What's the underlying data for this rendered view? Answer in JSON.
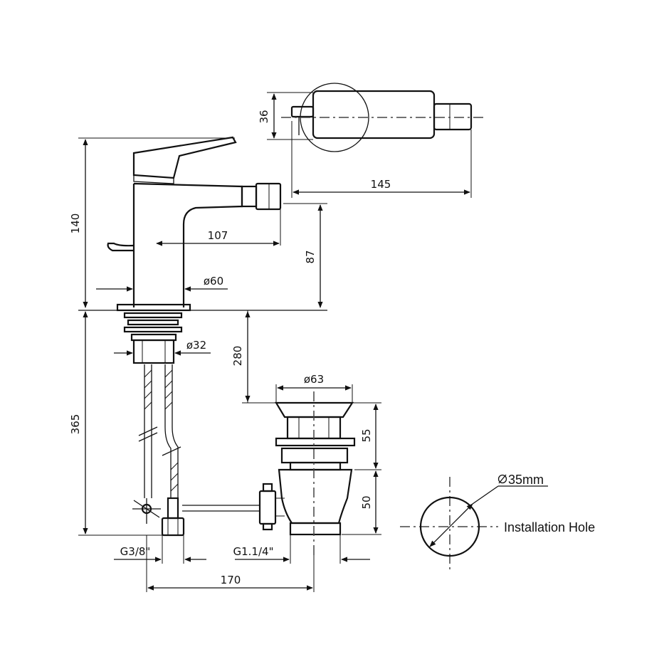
{
  "dimensions": {
    "width_145": "145",
    "height_36": "36",
    "height_140": "140",
    "reach_107": "107",
    "height_87": "87",
    "diameter_60": "ø60",
    "diameter_32": "ø32",
    "drop_280": "280",
    "length_365": "365",
    "diameter_63": "ø63",
    "height_55": "55",
    "height_50": "50",
    "thread_g38": "G3/8\"",
    "thread_g114": "G1.1/4\"",
    "length_170": "170"
  },
  "installation_hole": {
    "diameter_label": "35mm",
    "caption": "Installation Hole"
  }
}
